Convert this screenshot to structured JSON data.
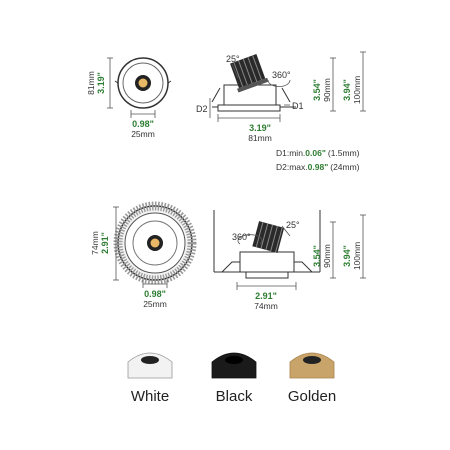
{
  "top": {
    "front_height_in": "3.19\"",
    "front_height_mm": "81mm",
    "front_width_in": "0.98\"",
    "front_width_mm": "25mm",
    "tilt_angle": "25°",
    "rotate_angle": "360°",
    "d1": "D1",
    "d2": "D2",
    "side_height1_in": "3.54\"",
    "side_height1_mm": "90mm",
    "side_height2_in": "3.94\"",
    "side_height2_mm": "100mm",
    "side_width_in": "3.19\"",
    "side_width_mm": "81mm",
    "note_d1_prefix": "D1:min.",
    "note_d1_in": "0.06\"",
    "note_d1_mm": "(1.5mm)",
    "note_d2_prefix": "D2:max.",
    "note_d2_in": "0.98\"",
    "note_d2_mm": "(24mm)"
  },
  "bottom": {
    "front_height_in": "2.91\"",
    "front_height_mm": "74mm",
    "front_width_in": "0.98\"",
    "front_width_mm": "25mm",
    "rotate_angle": "360°",
    "tilt_angle": "25°",
    "side_height1_in": "3.54\"",
    "side_height1_mm": "90mm",
    "side_height2_in": "3.94\"",
    "side_height2_mm": "100mm",
    "side_width_in": "2.91\"",
    "side_width_mm": "74mm"
  },
  "finishes": [
    {
      "label": "White",
      "color": "#f2f2f2"
    },
    {
      "label": "Black",
      "color": "#1a1a1a"
    },
    {
      "label": "Golden",
      "color": "#c9a46a"
    }
  ],
  "colors": {
    "accent_green": "#2e7d32",
    "line": "#555555"
  }
}
